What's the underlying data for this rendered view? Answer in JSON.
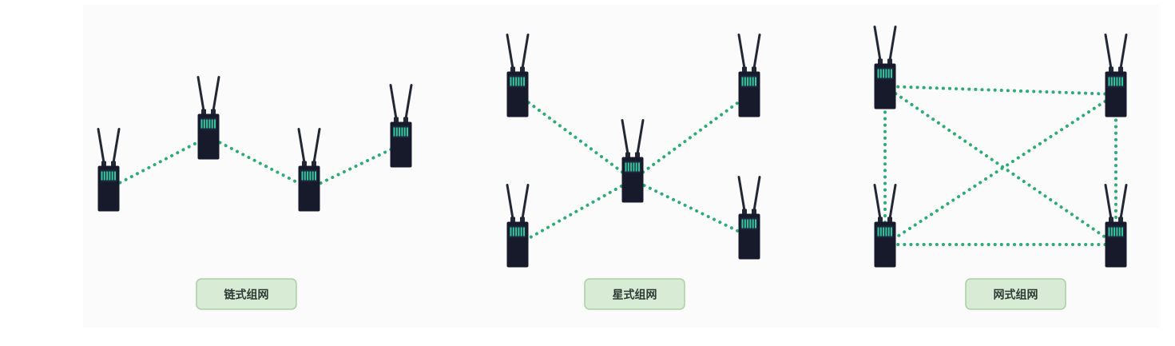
{
  "colors": {
    "background": "#ffffff",
    "panel": "#fbfbfb",
    "link": "#2faa74",
    "device_body": "#171a2b",
    "device_screen_bars": "#33c79a",
    "label_fill": "#d8ebd4",
    "label_border": "#a9cfa3",
    "label_text": "#2e3a33"
  },
  "diagrams": [
    {
      "id": "chain",
      "label": "链式组网",
      "devices": [
        "d1",
        "d2",
        "d3",
        "d4"
      ],
      "links": [
        [
          "d1",
          "d2"
        ],
        [
          "d2",
          "d3"
        ],
        [
          "d3",
          "d4"
        ]
      ]
    },
    {
      "id": "star",
      "label": "星式组网",
      "devices": [
        "tl",
        "tr",
        "center",
        "bl",
        "br"
      ],
      "links": [
        [
          "center",
          "tl"
        ],
        [
          "center",
          "tr"
        ],
        [
          "center",
          "bl"
        ],
        [
          "center",
          "br"
        ]
      ]
    },
    {
      "id": "mesh",
      "label": "网式组网",
      "devices": [
        "tl",
        "tr",
        "bl",
        "br"
      ],
      "links": [
        [
          "tl",
          "tr"
        ],
        [
          "bl",
          "br"
        ],
        [
          "tl",
          "bl"
        ],
        [
          "tr",
          "br"
        ],
        [
          "tl",
          "br"
        ],
        [
          "tr",
          "bl"
        ]
      ]
    }
  ]
}
